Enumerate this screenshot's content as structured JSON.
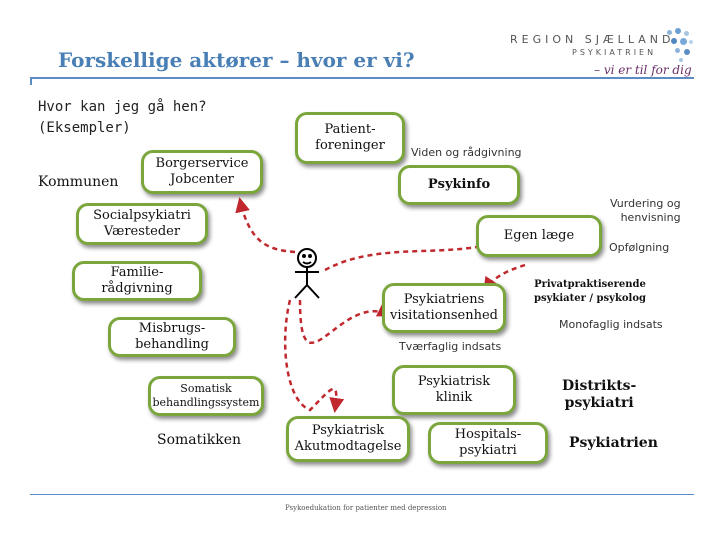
{
  "header": {
    "title": "Forskellige aktører – hvor er vi?",
    "logo_main": "REGION SJÆLLAND",
    "logo_sub": "PSYKIATRIEN",
    "logo_tagline": "– vi er til for dig"
  },
  "intro_text": "Hvor kan jeg gå hen?\n(Eksempler)",
  "nodes": {
    "patientforeninger": "Patient-\nforeninger",
    "borgerservice": "Borgerservice\nJobcenter",
    "psykinfo": "Psykinfo",
    "socialpsykiatri": "Socialpsykiatri\nVæresteder",
    "egen_laege": "Egen læge",
    "familieraadgivning": "Familie-\nrådgivning",
    "psykiatriens_visitationsenhed": "Psykiatriens\nvisitationsenhed",
    "misbrugsbehandling": "Misbrugs-\nbehandling",
    "somatisk_behandlingssystem": "Somatisk\nbehandlingssystem",
    "psykiatrisk_klinik": "Psykiatrisk\nklinik",
    "psykiatrisk_akutmodtagelse": "Psykiatrisk\nAkutmodtagelse",
    "hospitalspsykiatri": "Hospitals-\npsykiatri"
  },
  "labels": {
    "kommunen": "Kommunen",
    "viden": "Viden og rådgivning",
    "vurdering": "Vurdering og\nhenvisning",
    "opfoelgning": "Opfølgning",
    "privat": "Privatpraktiserende\npsykiater / psykolog",
    "monofaglig": "Monofaglig indsats",
    "tvaerfaglig": "Tværfaglig indsats",
    "somatikken": "Somatikken",
    "distrikts": "Distrikts-\npsykiatri",
    "psykiatrien": "Psykiatrien",
    "footer": "Psykoedukation for patienter med depression"
  },
  "colors": {
    "title": "#4a7fb5",
    "rule": "#5b8cc4",
    "node_border": "#7aa63c",
    "arrow": "#c0282d",
    "logo_accent": "#6a2f6a"
  }
}
